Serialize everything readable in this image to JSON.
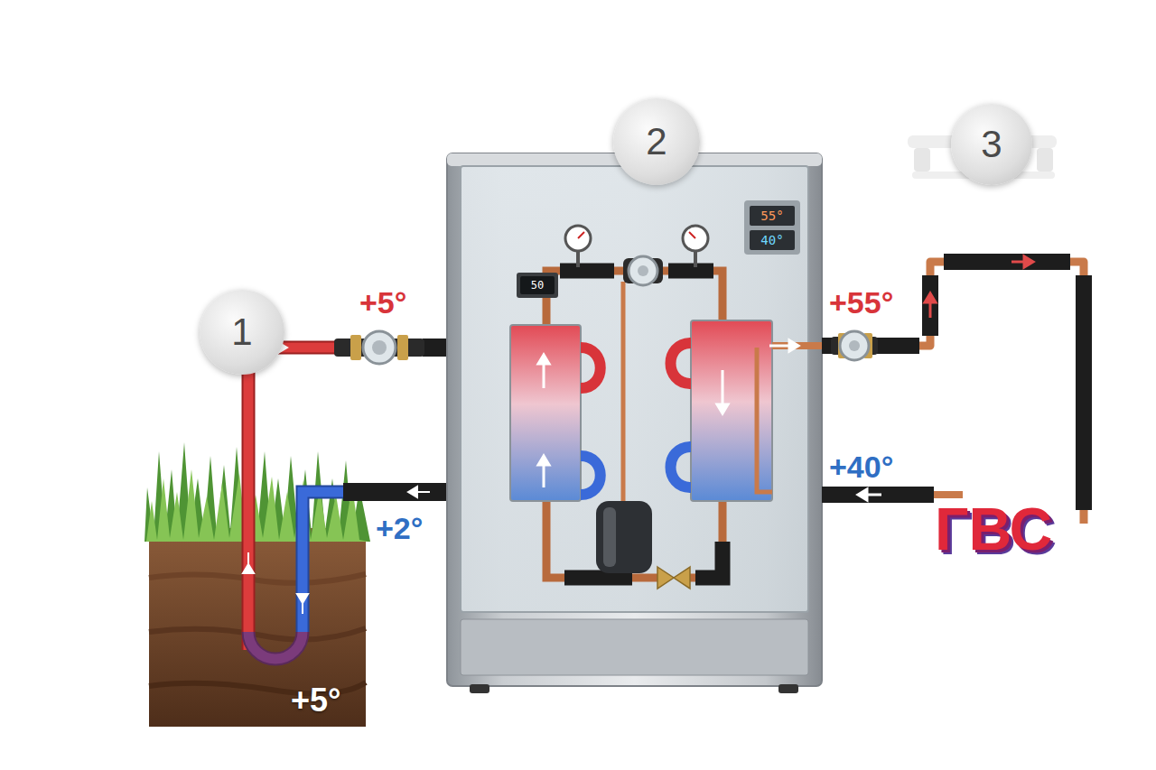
{
  "diagram": {
    "nodes": [
      {
        "text": [
          "1"
        ]
      },
      {
        "text": [
          "2"
        ]
      },
      {
        "text": [
          "3"
        ]
      }
    ],
    "labels": [
      "+5°",
      "+2°",
      "+5°",
      "50",
      "55°",
      "40°",
      "+55°",
      "+40°",
      "ГВС"
    ]
  }
}
